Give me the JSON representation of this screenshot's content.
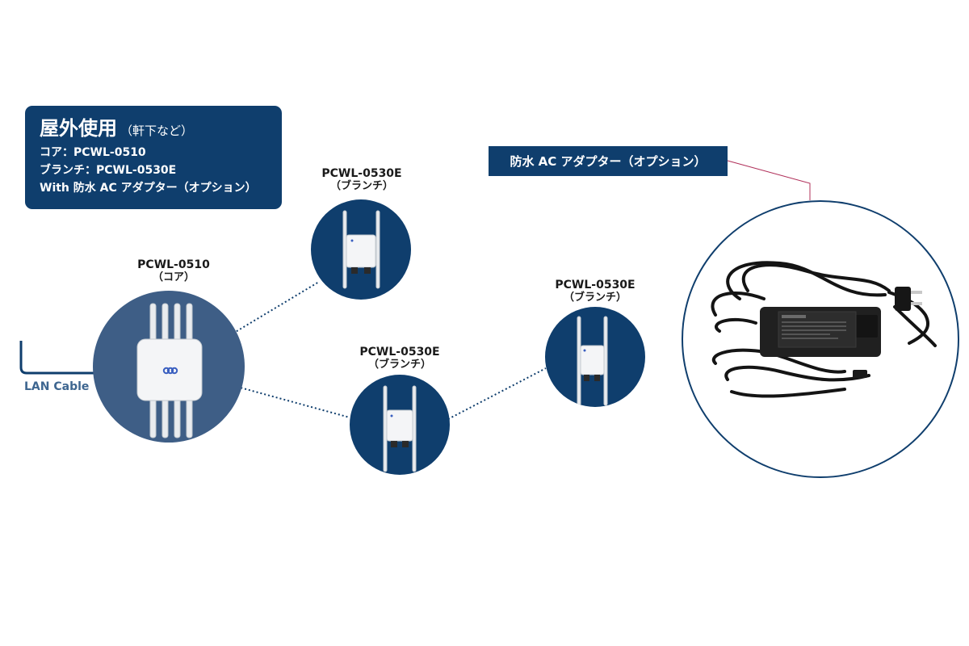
{
  "info_box": {
    "title": "屋外使用",
    "title_sub": "（軒下など）",
    "lines": [
      "コア：PCWL-0510",
      "ブランチ：PCWL-0530E",
      "With 防水 AC アダプター（オプション）"
    ]
  },
  "adapter_tag": {
    "label": "防水 AC アダプター（オプション）"
  },
  "nodes": {
    "core": {
      "model": "PCWL-0510",
      "role": "（コア）"
    },
    "branch_top": {
      "model": "PCWL-0530E",
      "role": "（ブランチ）"
    },
    "branch_mid": {
      "model": "PCWL-0530E",
      "role": "（ブランチ）"
    },
    "branch_right": {
      "model": "PCWL-0530E",
      "role": "（ブランチ）"
    }
  },
  "lan": {
    "label": "LAN Cable"
  },
  "colors": {
    "navy": "#0f3e6d",
    "core_circle": "#3e5e86",
    "connector_line": "#b0305a",
    "lan_text": "#3e6690"
  }
}
